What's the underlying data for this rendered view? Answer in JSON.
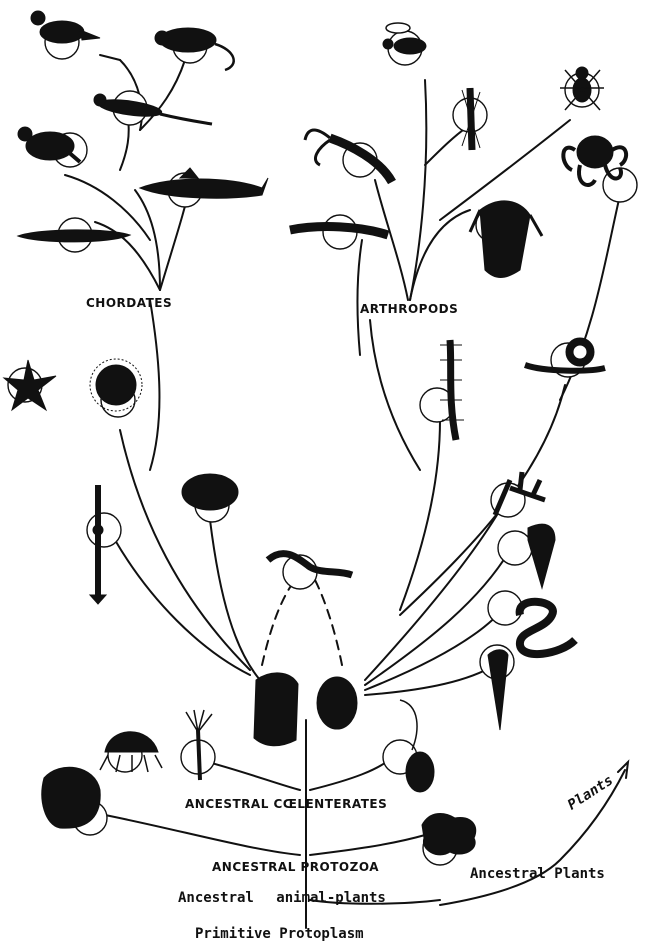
{
  "labels": {
    "chordates": "CHORDATES",
    "arthropods": "ARTHROPODS",
    "ancestral_coelenterates": "ANCESTRAL CŒLENTERATES",
    "ancestral_protozoa": "ANCESTRAL PROTOZOA",
    "ancestral_animal_plants": "Ancestral animal-plants",
    "ancestral_plants": "Ancestral Plants",
    "plants": "Plants",
    "primitive_protoplasm": "Primitive Protoplasm"
  },
  "colors": {
    "ink": "#111111",
    "background": "#ffffff"
  },
  "organisms": [
    "bird-icon",
    "rodent-icon",
    "lizard-icon",
    "frog-icon",
    "shark-icon",
    "fish-icon",
    "bee-icon",
    "centipede-icon",
    "spider-icon",
    "lobster-icon",
    "octopus-icon",
    "caterpillar-icon",
    "trilobite-icon",
    "snail-icon",
    "worm-icon",
    "starfish-icon",
    "sea-urchin-icon",
    "lancelet-icon",
    "lamp-shell-icon",
    "bryozoan-icon",
    "rotifer-icon",
    "nemertine-icon",
    "flatworm-icon",
    "ancestral-worm-icon",
    "coelenterate-icon",
    "ctenophore-icon",
    "jellyfish-icon",
    "hydra-icon",
    "larva-icon",
    "sponge-icon",
    "amoeba-icon"
  ]
}
